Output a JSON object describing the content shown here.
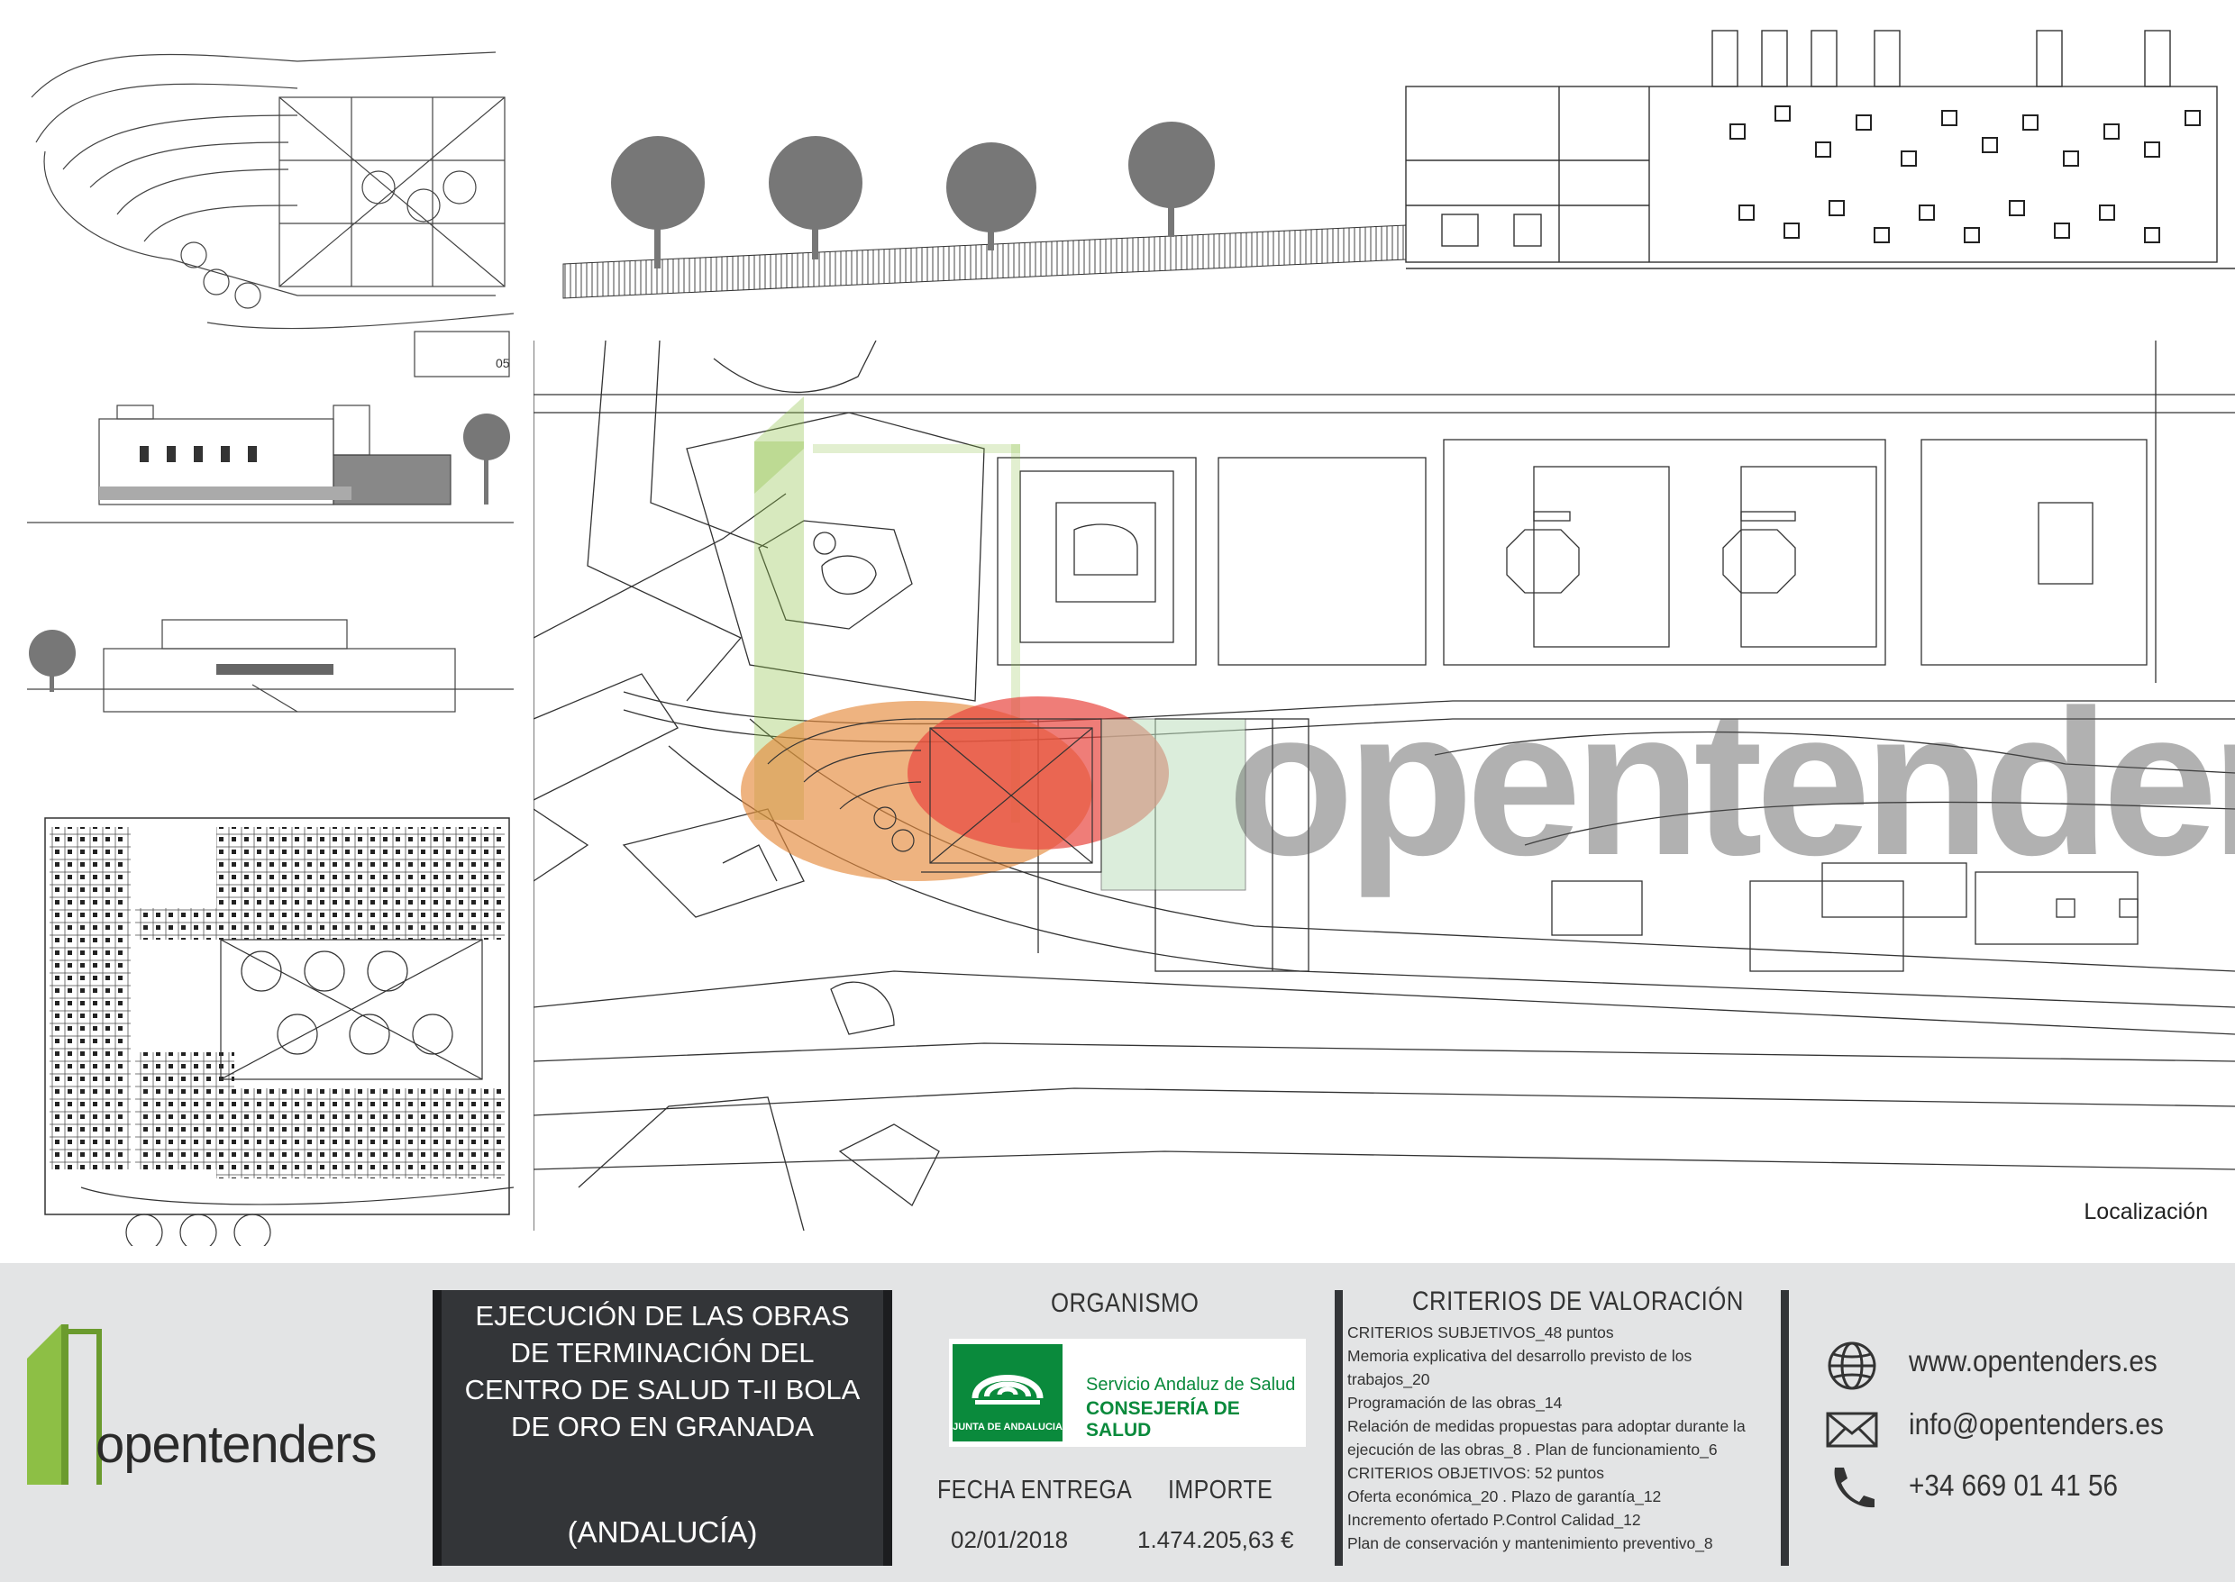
{
  "map": {
    "caption": "Localización"
  },
  "project": {
    "title": "EJECUCIÓN DE LAS OBRAS DE TERMINACIÓN DEL CENTRO DE SALUD T-II BOLA DE ORO EN GRANADA",
    "region": "(ANDALUCÍA)"
  },
  "organismo": {
    "heading": "ORGANISMO",
    "logo_caption": "JUNTA DE ANDALUCIA",
    "line1": "Servicio Andaluz de Salud",
    "line2": "CONSEJERÍA DE SALUD"
  },
  "fecha": {
    "label": "FECHA ENTREGA",
    "value": "02/01/2018"
  },
  "importe": {
    "label": "IMPORTE",
    "value": "1.474.205,63 €"
  },
  "criterios": {
    "heading": "CRITERIOS DE VALORACIÓN",
    "lines": [
      "CRITERIOS SUBJETIVOS_48 puntos",
      "Memoria explicativa del desarrollo previsto de los",
      "trabajos_20",
      "Programación de las obras_14",
      "Relación de medidas propuestas para adoptar durante la",
      "ejecución de las obras_8 . Plan de funcionamiento_6",
      "CRITERIOS OBJETIVOS: 52 puntos",
      "Oferta económica_20 . Plazo de garantía_12",
      "Incremento ofertado P.Control Calidad_12",
      "Plan de conservación y mantenimiento preventivo_8"
    ]
  },
  "contact": {
    "web": "www.opentenders.es",
    "email": "info@opentenders.es",
    "phone": "+34 669 01 41 56"
  },
  "brand": {
    "prefix": "open",
    "suffix": "enders",
    "watermark": "opentenders"
  },
  "colors": {
    "green": "#8dbf45",
    "red": "#e8463f",
    "orange": "#e58a3c",
    "dark": "#333538",
    "footer": "#e3e4e5"
  }
}
